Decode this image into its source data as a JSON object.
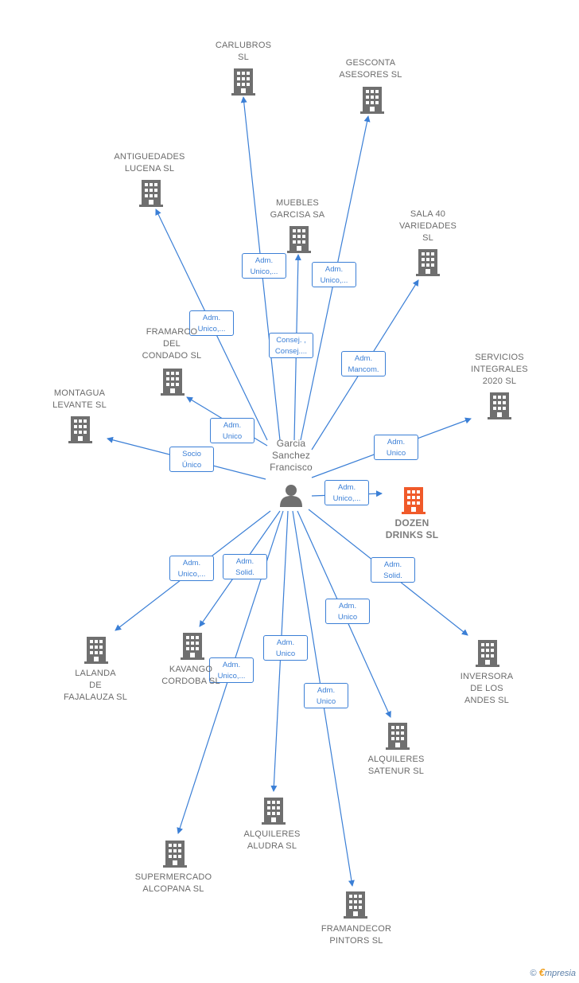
{
  "center": {
    "label": "Garcia\nSanchez\nFrancisco",
    "icon": "person-icon"
  },
  "colors": {
    "edge": "#3b7fd6",
    "company": "#6f6f6f",
    "focus": "#f05a2a",
    "person": "#6f6f6f"
  },
  "companies": [
    {
      "id": "carlubros",
      "label": "CARLUBROS\nSL",
      "icon": "building-icon"
    },
    {
      "id": "gesconta",
      "label": "GESCONTA\nASESORES  SL",
      "icon": "building-icon"
    },
    {
      "id": "antiguedades",
      "label": "ANTIGUEDADES\nLUCENA  SL",
      "icon": "building-icon"
    },
    {
      "id": "muebles",
      "label": "MUEBLES\nGARCISA SA",
      "icon": "building-icon"
    },
    {
      "id": "sala40",
      "label": "SALA 40\nVARIEDADES\nSL",
      "icon": "building-icon"
    },
    {
      "id": "framarco",
      "label": "FRAMARCO\nDEL\nCONDADO  SL",
      "icon": "building-icon"
    },
    {
      "id": "servicios",
      "label": "SERVICIOS\nINTEGRALES\n2020  SL",
      "icon": "building-icon"
    },
    {
      "id": "montagua",
      "label": "MONTAGUA\nLEVANTE SL",
      "icon": "building-icon"
    },
    {
      "id": "dozen",
      "label": "DOZEN\nDRINKS  SL",
      "icon": "building-icon",
      "focus": true
    },
    {
      "id": "lalanda",
      "label": "LALANDA\nDE\nFAJALAUZA  SL",
      "icon": "building-icon"
    },
    {
      "id": "kavango",
      "label": "KAVANGO\nCORDOBA  SL",
      "icon": "building-icon"
    },
    {
      "id": "inversora",
      "label": "INVERSORA\nDE LOS\nANDES SL",
      "icon": "building-icon"
    },
    {
      "id": "satenur",
      "label": "ALQUILERES\nSATENUR  SL",
      "icon": "building-icon"
    },
    {
      "id": "aludra",
      "label": "ALQUILERES\nALUDRA  SL",
      "icon": "building-icon"
    },
    {
      "id": "alcopana",
      "label": "SUPERMERCADO\nALCOPANA  SL",
      "icon": "building-icon"
    },
    {
      "id": "framandecor",
      "label": "FRAMANDECOR\nPINTORS SL",
      "icon": "building-icon"
    }
  ],
  "edges": [
    {
      "to": "carlubros",
      "label": "Adm.\nUnico,..."
    },
    {
      "to": "gesconta",
      "label": "Adm.\nUnico,..."
    },
    {
      "to": "antiguedades",
      "label": "Adm.\nUnico,..."
    },
    {
      "to": "muebles",
      "label": "Consej. ,\nConsej...."
    },
    {
      "to": "sala40",
      "label": "Adm.\nMancom."
    },
    {
      "to": "framarco",
      "label": "Adm.\nUnico"
    },
    {
      "to": "servicios",
      "label": "Adm.\nUnico"
    },
    {
      "to": "montagua",
      "label": "Socio\nÚnico"
    },
    {
      "to": "dozen",
      "label": "Adm.\nUnico,..."
    },
    {
      "to": "lalanda",
      "label": "Adm.\nUnico,..."
    },
    {
      "to": "kavango",
      "label": "Adm.\nSolid."
    },
    {
      "to": "inversora",
      "label": "Adm.\nSolid."
    },
    {
      "to": "satenur",
      "label": "Adm.\nUnico"
    },
    {
      "to": "aludra",
      "label": "Adm.\nUnico"
    },
    {
      "to": "alcopana",
      "label": "Adm.\nUnico,..."
    },
    {
      "to": "framandecor",
      "label": "Adm.\nUnico"
    }
  ],
  "footer": {
    "copyright": "©",
    "brand_initial": "€",
    "brand_rest": "mpresia"
  }
}
